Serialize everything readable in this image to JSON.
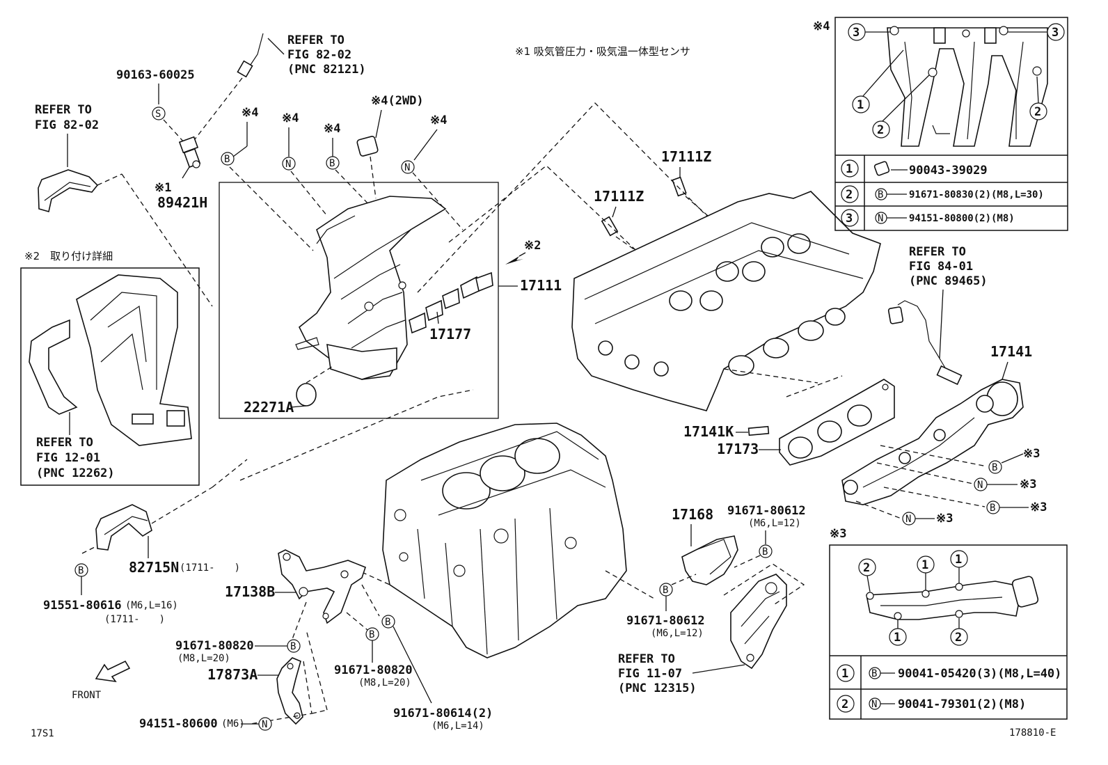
{
  "notes": {
    "note1": "※1 吸気管圧力・吸気温一体型センサ",
    "note2_title": "※2　取り付け詳細",
    "note3_mark": "※3",
    "note4_mark": "※4"
  },
  "refs": {
    "r1": [
      "REFER TO",
      "FIG 82-02",
      "(PNC 82121)"
    ],
    "r2": [
      "REFER TO",
      "FIG 82-02"
    ],
    "r3": [
      "REFER TO",
      "FIG 84-01",
      "(PNC 89465)"
    ],
    "r4": [
      "REFER TO",
      "FIG 12-01",
      "(PNC 12262)"
    ],
    "r5": [
      "REFER TO",
      "FIG 11-07",
      "(PNC 12315)"
    ]
  },
  "labels": {
    "p90163": "90163-60025",
    "p89421H": "89421H",
    "mark1": "※1",
    "mark4a": "※4",
    "mark4b": "※4",
    "mark4c": "※4",
    "mark4d": "※4(2WD)",
    "mark4e": "※4",
    "p17111Za": "17111Z",
    "p17111Zb": "17111Z",
    "mark2": "※2",
    "p17111": "17111",
    "p17177": "17177",
    "p22271A": "22271A",
    "p17141": "17141",
    "p17141K": "17141K",
    "p17173": "17173",
    "m3a": "※3",
    "m3b": "※3",
    "m3c": "※3",
    "m3d": "※3",
    "p82715N": "82715N",
    "p82715N_sub": "(1711-　　)",
    "p91551": "91551-80616",
    "p91551_spec": "(M6,L=16)",
    "p91551_sub": "(1711-　　)",
    "p17138B": "17138B",
    "p17168": "17168",
    "p91671_80612a": "91671-80612",
    "p91671_80612a_spec": "(M6,L=12)",
    "p91671_80612b": "91671-80612",
    "p91671_80612b_spec": "(M6,L=12)",
    "p91671_80820a": "91671-80820",
    "p91671_80820a_spec": "(M8,L=20)",
    "p91671_80820b": "91671-80820",
    "p91671_80820b_spec": "(M8,L=20)",
    "p17873A": "17873A",
    "p94151_80600": "94151-80600",
    "p94151_80600_spec": "(M6)",
    "p91671_80614": "91671-80614(2)",
    "p91671_80614_spec": "(M6,L=14)",
    "front": "FRONT",
    "code_left": "17S1",
    "code_right": "178810-E"
  },
  "symbols": {
    "B": "B",
    "N": "N",
    "S": "S"
  },
  "table4": {
    "rows": [
      {
        "num": "1",
        "part": "90043-39029"
      },
      {
        "num": "2",
        "sym": "B",
        "part": "91671-80830(2)(M8,L=30)"
      },
      {
        "num": "3",
        "sym": "N",
        "part": "94151-80800(2)(M8)"
      }
    ],
    "callouts": [
      "3",
      "3",
      "1",
      "2",
      "2"
    ]
  },
  "table3": {
    "rows": [
      {
        "num": "1",
        "sym": "B",
        "part": "90041-05420(3)(M8,L=40)"
      },
      {
        "num": "2",
        "sym": "N",
        "part": "90041-79301(2)(M8)"
      }
    ],
    "callouts": [
      "2",
      "1",
      "1",
      "1",
      "2"
    ]
  }
}
